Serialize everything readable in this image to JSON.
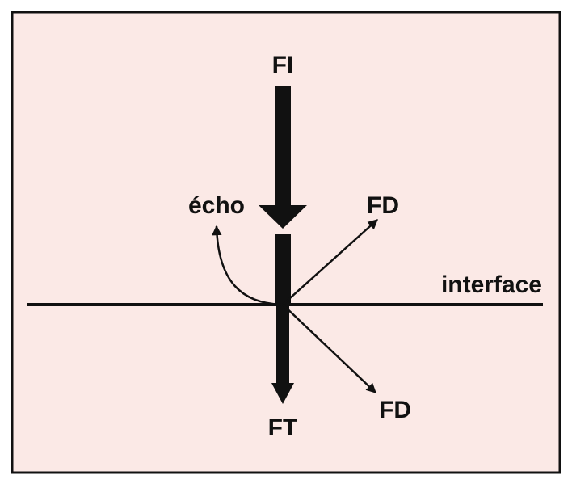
{
  "labels": {
    "incident": "FI",
    "echo": "écho",
    "diffracted_upper": "FD",
    "diffracted_lower": "FD",
    "interface": "interface",
    "transmitted": "FT"
  },
  "colors": {
    "background": "#fbe9e6",
    "ink": "#111111",
    "frame": "#111111"
  }
}
